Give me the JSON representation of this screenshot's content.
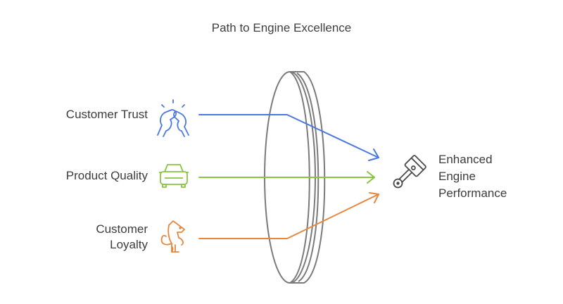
{
  "title": "Path to Engine Excellence",
  "inputs": [
    {
      "label": "Customer Trust",
      "icon": "handshake-fist-bump-icon",
      "color": "#4a78e0"
    },
    {
      "label": "Product Quality",
      "icon": "car-icon",
      "color": "#8ac43f"
    },
    {
      "label_line1": "Customer",
      "label_line2": "Loyalty",
      "icon": "dog-icon",
      "color": "#e5883f"
    }
  ],
  "lens": {
    "semantic": "focusing-lens",
    "color": "#7a7a7a"
  },
  "output": {
    "line1": "Enhanced",
    "line2": "Engine",
    "line3": "Performance",
    "icon": "piston-icon",
    "color": "#4a4a4a"
  }
}
